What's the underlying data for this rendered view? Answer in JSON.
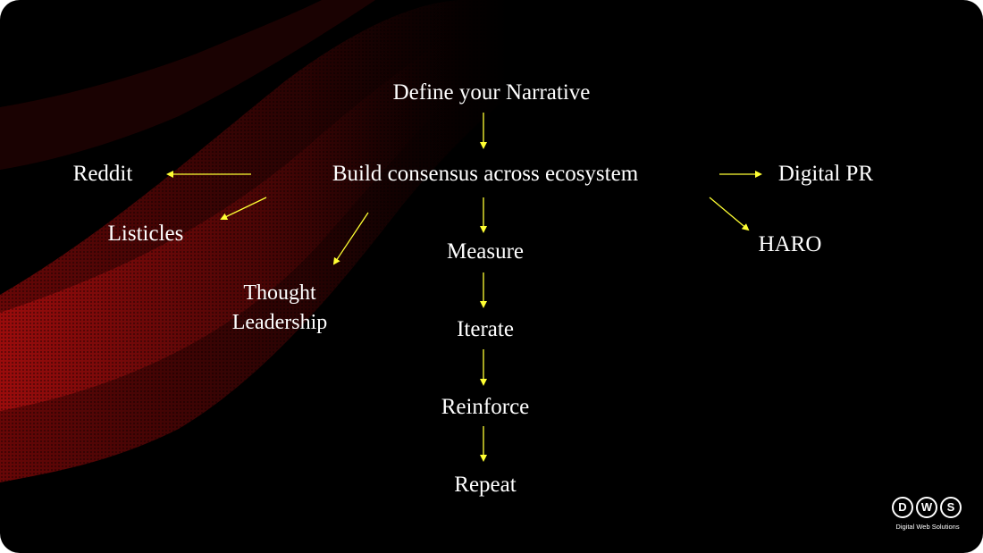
{
  "flow": {
    "define": "Define your Narrative",
    "build": "Build consensus across ecosystem",
    "reddit": "Reddit",
    "listicles": "Listicles",
    "thought_leadership": [
      "Thought",
      "Leadership"
    ],
    "digital_pr": "Digital PR",
    "haro": "HARO",
    "measure": "Measure",
    "iterate": "Iterate",
    "reinforce": "Reinforce",
    "repeat": "Repeat"
  },
  "logo": {
    "letters": [
      "D",
      "W",
      "S"
    ],
    "tagline": "Digital Web Solutions"
  },
  "colors": {
    "background": "#000000",
    "text": "#ffffff",
    "arrow": "#ffff33",
    "wave": "#8b0a0a"
  }
}
